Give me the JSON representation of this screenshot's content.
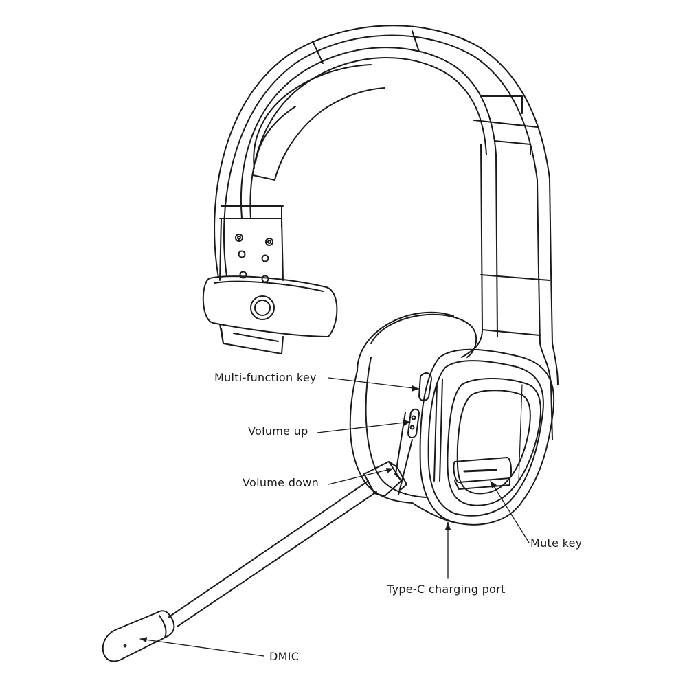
{
  "figure": {
    "subject": "headset-line-drawing",
    "colors": {
      "line": "#1a1a1a",
      "background": "#ffffff"
    },
    "callouts": {
      "multifunction_key": "Multi-function key",
      "volume_up": "Volume up",
      "volume_down": "Volume down",
      "mute_key": "Mute key",
      "typec_port": "Type-C charging port",
      "dmic": "DMIC"
    }
  }
}
